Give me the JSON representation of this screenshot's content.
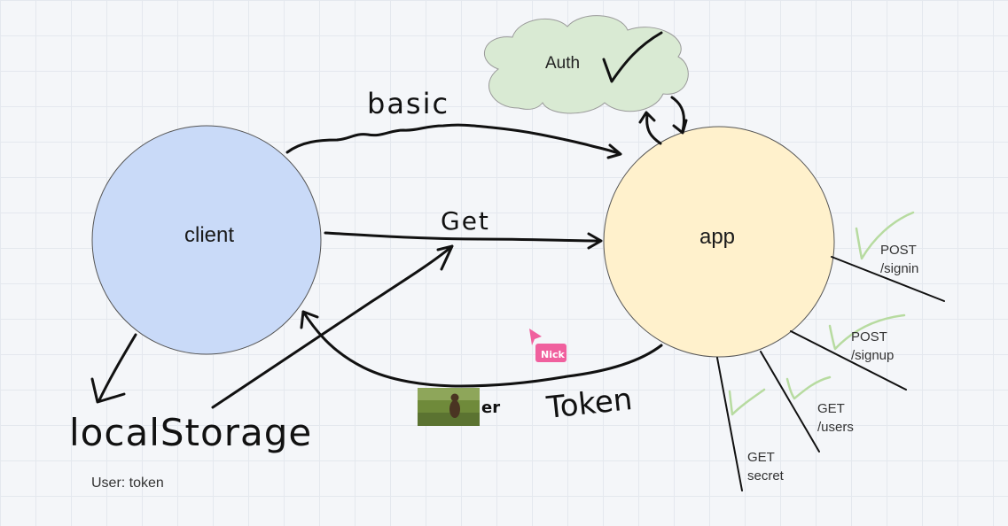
{
  "nodes": {
    "client": {
      "label": "client",
      "color": "#c9daf8"
    },
    "app": {
      "label": "app",
      "color": "#fff1cc"
    },
    "auth": {
      "label": "Auth",
      "color": "#d9ead3"
    }
  },
  "handwritten": {
    "basic": "basic",
    "get": "Get",
    "token": "Token",
    "local_storage": "localStorage",
    "er": "er"
  },
  "notes": {
    "user_token": "User: token"
  },
  "routes": [
    {
      "method": "POST",
      "path": "/signin"
    },
    {
      "method": "POST",
      "path": "/signup"
    },
    {
      "method": "GET",
      "path": "/users"
    },
    {
      "method": "GET",
      "path": "secret"
    }
  ],
  "cursor": {
    "name": "Nick",
    "color": "#f0609e"
  },
  "colors": {
    "check_green": "#b7dba0",
    "stroke": "#111111"
  },
  "icons": [
    "bear-photo",
    "checkmark-icon",
    "cursor-arrow-icon"
  ]
}
